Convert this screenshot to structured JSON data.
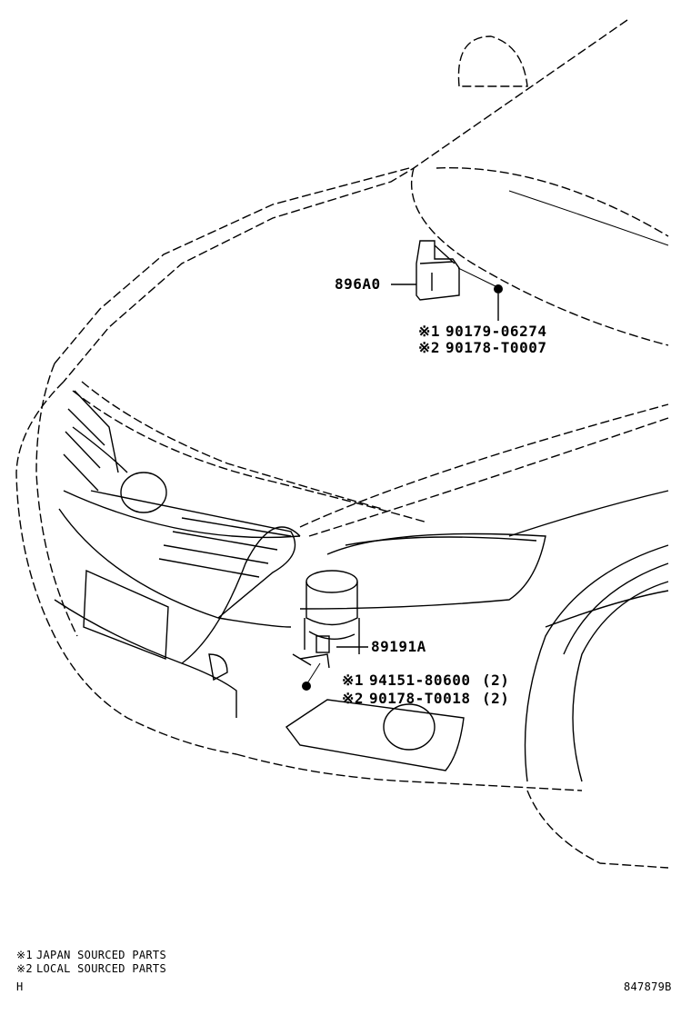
{
  "parts": {
    "computer": {
      "part_no": "896A0"
    },
    "computer_fastener": {
      "jp": {
        "mark": "※1",
        "part_no": "90179-06274"
      },
      "local": {
        "mark": "※2",
        "part_no": "90178-T0007"
      }
    },
    "sensor": {
      "part_no": "89191A"
    },
    "sensor_fastener": {
      "jp": {
        "mark": "※1",
        "part_no": "94151-80600",
        "qty": "(2)"
      },
      "local": {
        "mark": "※2",
        "part_no": "90178-T0018",
        "qty": "(2)"
      }
    }
  },
  "legend": {
    "jp": {
      "mark": "※1",
      "text": "JAPAN SOURCED PARTS"
    },
    "local": {
      "mark": "※2",
      "text": "LOCAL SOURCED PARTS"
    }
  },
  "footer": {
    "left_code": "H",
    "drawing_no": "847879B"
  }
}
